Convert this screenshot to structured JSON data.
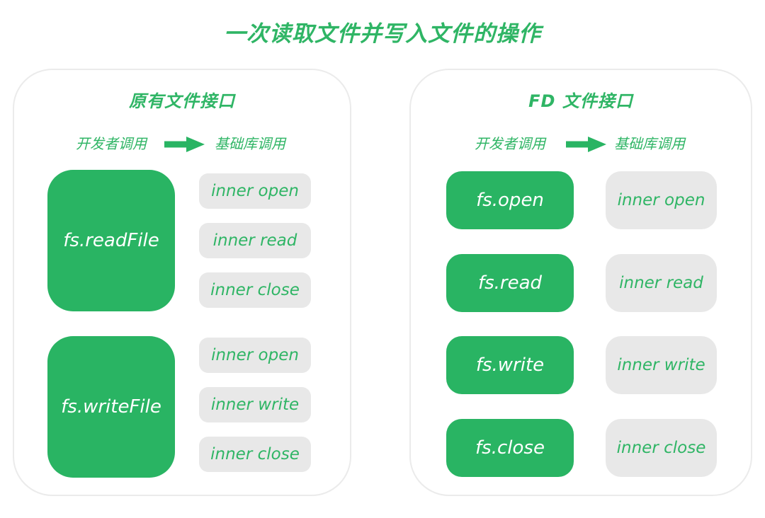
{
  "title": "一次读取文件并写入文件的操作",
  "colors": {
    "green_fill": "#29b463",
    "green_text": "#2fb565",
    "gray_block": "#e8e8e8",
    "panel_border": "#ebebeb",
    "block_text": "#ffffff",
    "background": "#ffffff"
  },
  "panels": [
    {
      "title": "原有文件接口",
      "flow": {
        "dev_label": "开发者调用",
        "lib_label": "基础库调用",
        "arrow_icon": "arrow-right"
      },
      "groups": [
        {
          "dev_call": "fs.readFile",
          "inner_calls": [
            "inner open",
            "inner read",
            "inner close"
          ]
        },
        {
          "dev_call": "fs.writeFile",
          "inner_calls": [
            "inner open",
            "inner write",
            "inner close"
          ]
        }
      ]
    },
    {
      "title": "FD 文件接口",
      "flow": {
        "dev_label": "开发者调用",
        "lib_label": "基础库调用",
        "arrow_icon": "arrow-right"
      },
      "rows": [
        {
          "dev_call": "fs.open",
          "inner_call": "inner open"
        },
        {
          "dev_call": "fs.read",
          "inner_call": "inner read"
        },
        {
          "dev_call": "fs.write",
          "inner_call": "inner write"
        },
        {
          "dev_call": "fs.close",
          "inner_call": "inner close"
        }
      ]
    }
  ]
}
